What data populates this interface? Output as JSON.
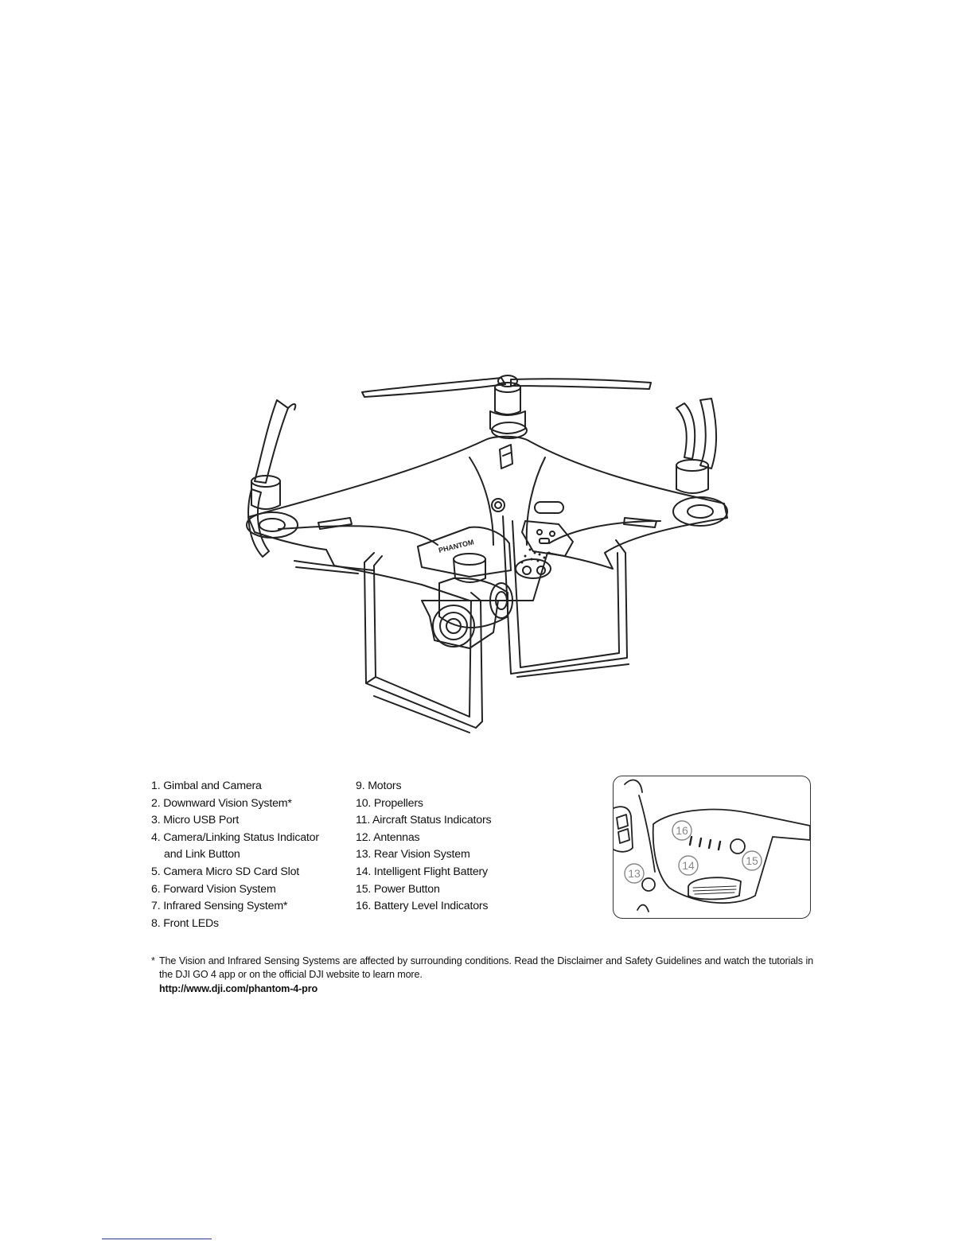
{
  "parts_left": [
    {
      "num": "1.",
      "label": "Gimbal and Camera",
      "cont": ""
    },
    {
      "num": "2.",
      "label": "Downward Vision System*",
      "cont": ""
    },
    {
      "num": "3.",
      "label": "Micro USB Port",
      "cont": ""
    },
    {
      "num": "4.",
      "label": "Camera/Linking Status Indicator",
      "cont": "and Link Button"
    },
    {
      "num": "5.",
      "label": "Camera Micro SD Card Slot",
      "cont": ""
    },
    {
      "num": "6.",
      "label": "Forward Vision System",
      "cont": ""
    },
    {
      "num": "7.",
      "label": "Infrared Sensing System*",
      "cont": ""
    },
    {
      "num": "8.",
      "label": "Front LEDs",
      "cont": ""
    }
  ],
  "parts_right": [
    {
      "num": "9.",
      "label": "Motors"
    },
    {
      "num": "10.",
      "label": "Propellers"
    },
    {
      "num": "11.",
      "label": "Aircraft Status Indicators"
    },
    {
      "num": "12.",
      "label": "Antennas"
    },
    {
      "num": "13.",
      "label": "Rear Vision System"
    },
    {
      "num": "14.",
      "label": "Intelligent Flight Battery"
    },
    {
      "num": "15.",
      "label": "Power Button"
    },
    {
      "num": "16.",
      "label": "Battery Level Indicators"
    }
  ],
  "inset": {
    "callout_13": "13",
    "callout_14": "14",
    "callout_15": "15",
    "callout_16": "16"
  },
  "drone": {
    "body_label": "PHANTOM"
  },
  "footnote": {
    "star": "*",
    "text": "The Vision and Infrared Sensing Systems are affected by surrounding conditions. Read the Disclaimer and Safety Guidelines and watch the tutorials in the DJI GO 4 app or on the official DJI website to learn more.",
    "link": "http://www.dji.com/phantom-4-pro"
  },
  "colors": {
    "line_art": "#222222",
    "page_rule": "#2b3a8f"
  }
}
